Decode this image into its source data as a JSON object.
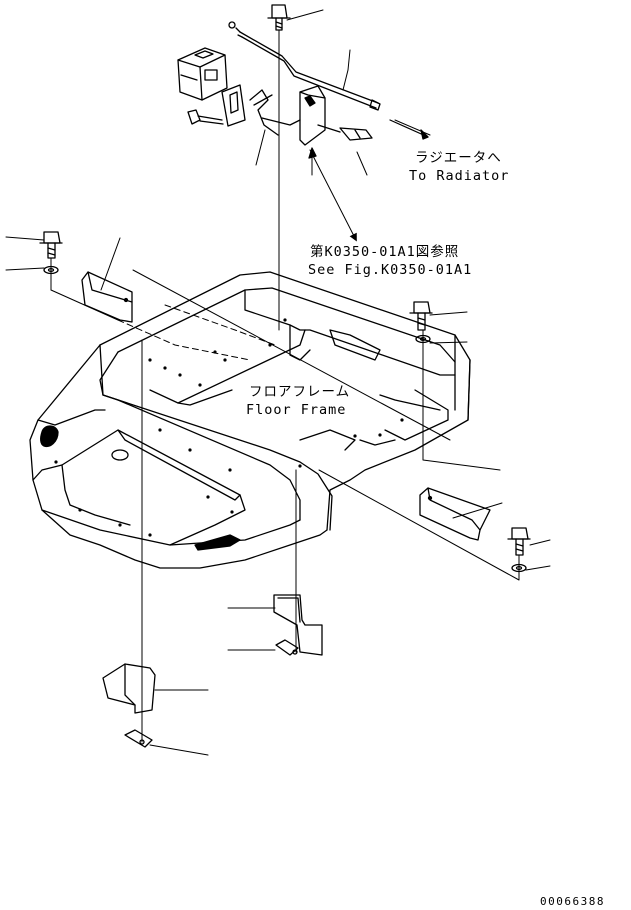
{
  "labels": {
    "radiator_jp": "ラジエータへ",
    "radiator_en": "To Radiator",
    "ref_jp": "第K0350-01A1図参照",
    "ref_en": "See Fig.K0350-01A1",
    "floor_jp": "フロアフレーム",
    "floor_en": "Floor Frame"
  },
  "drawing_code": "00066388"
}
